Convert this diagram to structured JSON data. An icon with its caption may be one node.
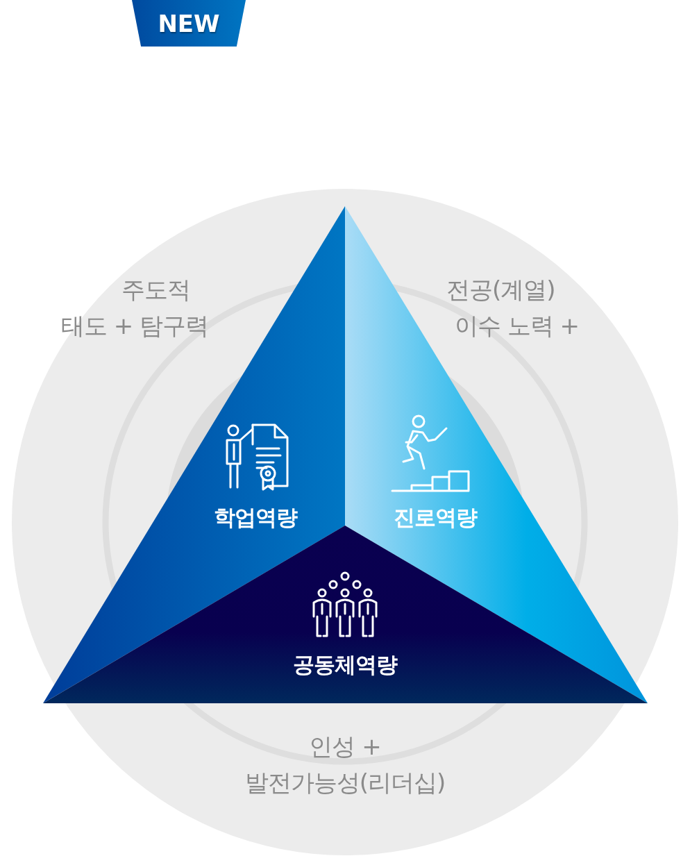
{
  "diagram": {
    "nodes": [
      {
        "text": [
          "학업역량"
        ]
      },
      {
        "text": [
          "진로역량"
        ]
      },
      {
        "text": [
          "공동체역량"
        ]
      }
    ],
    "labels": [
      "NEW",
      "주도적",
      "태도 + 탐구력",
      "전공(계열)",
      "이수 노력 +",
      "인성 +",
      "발전가능성(리더십)"
    ]
  }
}
